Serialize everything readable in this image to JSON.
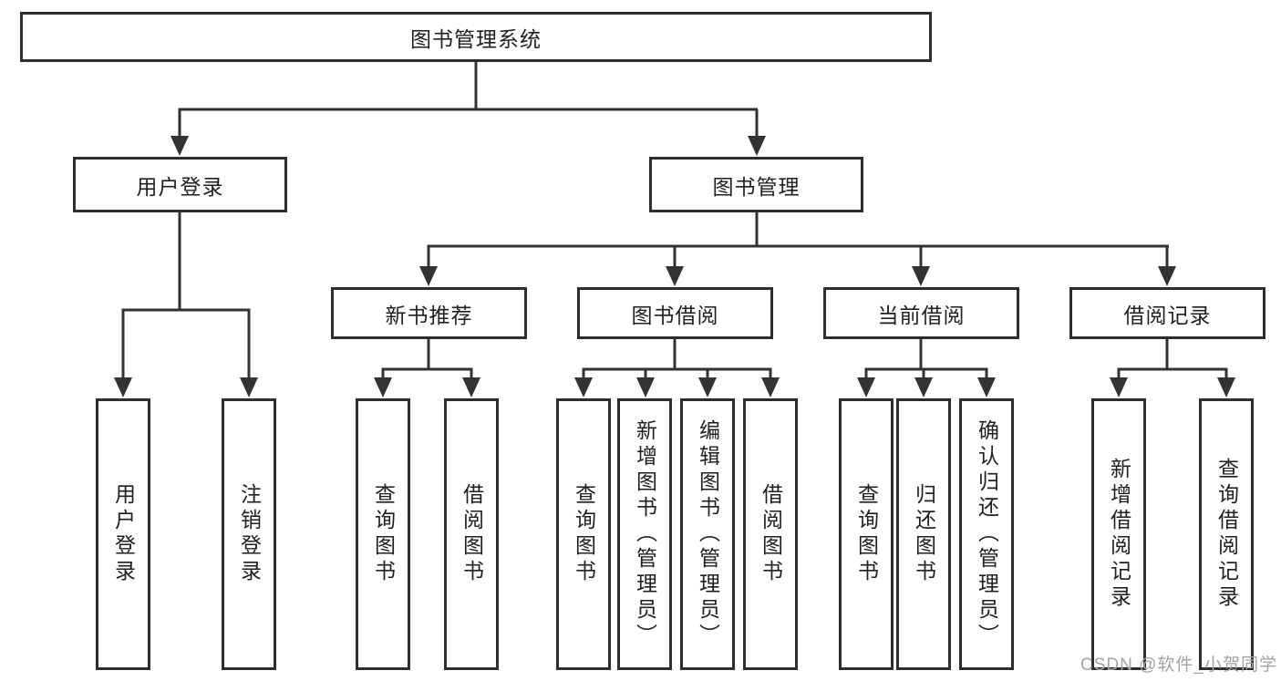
{
  "diagram_title": "图书管理系统",
  "tree": {
    "root": {
      "label": "图书管理系统",
      "children": [
        {
          "label": "用户登录",
          "children": [
            {
              "label": "用户登录"
            },
            {
              "label": "注销登录"
            }
          ]
        },
        {
          "label": "图书管理",
          "children": [
            {
              "label": "新书推荐",
              "children": [
                {
                  "label": "查询图书"
                },
                {
                  "label": "借阅图书"
                }
              ]
            },
            {
              "label": "图书借阅",
              "children": [
                {
                  "label": "查询图书"
                },
                {
                  "label": "新增图书（管理员）"
                },
                {
                  "label": "编辑图书（管理员）"
                },
                {
                  "label": "借阅图书"
                }
              ]
            },
            {
              "label": "当前借阅",
              "children": [
                {
                  "label": "查询图书"
                },
                {
                  "label": "归还图书"
                },
                {
                  "label": "确认归还（管理员）"
                }
              ]
            },
            {
              "label": "借阅记录",
              "children": [
                {
                  "label": "新增借阅记录"
                },
                {
                  "label": "查询借阅记录"
                }
              ]
            }
          ]
        }
      ]
    }
  },
  "watermark": "CSDN @软件_小贺同学",
  "colors": {
    "line": "#333333",
    "box_border": "#2d2d2d",
    "box_fill": "#ffffff",
    "text": "#1f1f1f",
    "watermark": "#a3a3a3",
    "background": "#ffffff"
  }
}
